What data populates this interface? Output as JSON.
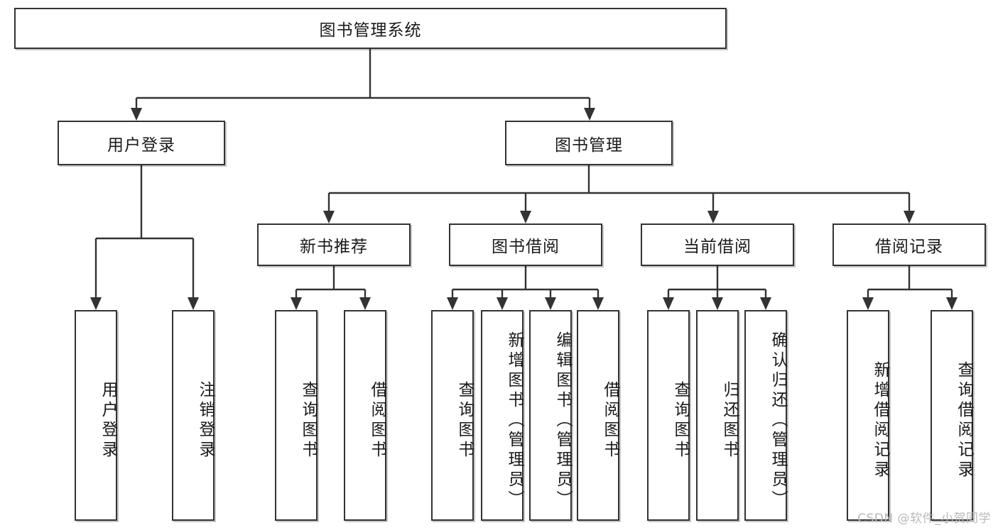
{
  "diagram": {
    "title": "图书管理系统",
    "type": "tree-hierarchy",
    "watermark": "CSDN @软件_小贺同学",
    "colors": {
      "background": "#ffffff",
      "box_border": "#333333",
      "box_fill": "#ffffff",
      "text": "#1a1a1a",
      "connector": "#333333",
      "watermark": "#b9b9b9"
    },
    "root": {
      "label": "图书管理系统"
    },
    "level2": [
      {
        "label": "用户登录"
      },
      {
        "label": "图书管理"
      }
    ],
    "level3": [
      {
        "label": "新书推荐"
      },
      {
        "label": "图书借阅"
      },
      {
        "label": "当前借阅"
      },
      {
        "label": "借阅记录"
      }
    ],
    "leaves": {
      "user_login": [
        {
          "label": "用户登录"
        },
        {
          "label": "注销登录"
        }
      ],
      "new_book": [
        {
          "label": "查询图书"
        },
        {
          "label": "借阅图书"
        }
      ],
      "book_borrow": [
        {
          "label": "查询图书"
        },
        {
          "label": "新增图书（管理员）"
        },
        {
          "label": "编辑图书（管理员）"
        },
        {
          "label": "借阅图书"
        }
      ],
      "current_borrow": [
        {
          "label": "查询图书"
        },
        {
          "label": "归还图书"
        },
        {
          "label": "确认归还（管理员）"
        }
      ],
      "borrow_record": [
        {
          "label": "新增借阅记录"
        },
        {
          "label": "查询借阅记录"
        }
      ]
    }
  }
}
